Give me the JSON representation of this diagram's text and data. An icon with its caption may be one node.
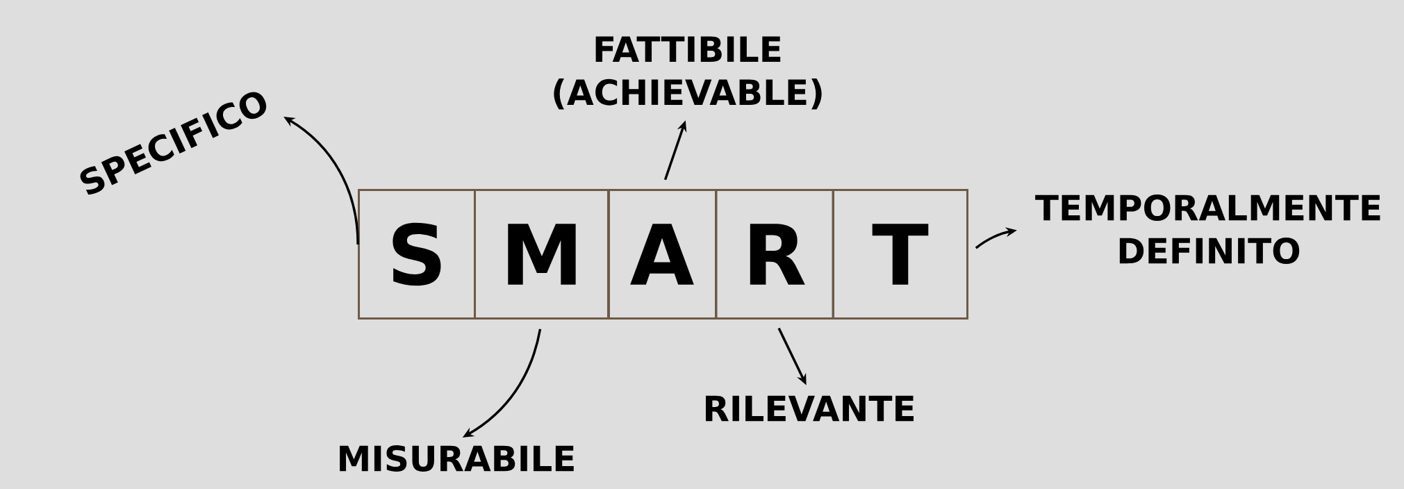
{
  "diagram": {
    "nodes": [
      {
        "text": [
          "S"
        ]
      },
      {
        "text": [
          "M"
        ]
      },
      {
        "text": [
          "A"
        ]
      },
      {
        "text": [
          "R"
        ]
      },
      {
        "text": [
          "T"
        ]
      },
      {
        "text": [
          "SPECIFICO"
        ]
      },
      {
        "text": [
          "FATTIBILE (ACHIEVABLE)"
        ]
      },
      {
        "text": [
          "TEMPORALMENTE DEFINITO"
        ]
      },
      {
        "text": [
          "RILEVANTE"
        ]
      },
      {
        "text": [
          "MISURABILE"
        ]
      }
    ],
    "edges": [
      {
        "from": 0,
        "to": 5,
        "arrow": "to"
      },
      {
        "from": 1,
        "to": 9,
        "arrow": "to"
      },
      {
        "from": 2,
        "to": 6,
        "arrow": "to"
      },
      {
        "from": 3,
        "to": 8,
        "arrow": "to"
      },
      {
        "from": 4,
        "to": 7,
        "arrow": "to"
      }
    ]
  }
}
